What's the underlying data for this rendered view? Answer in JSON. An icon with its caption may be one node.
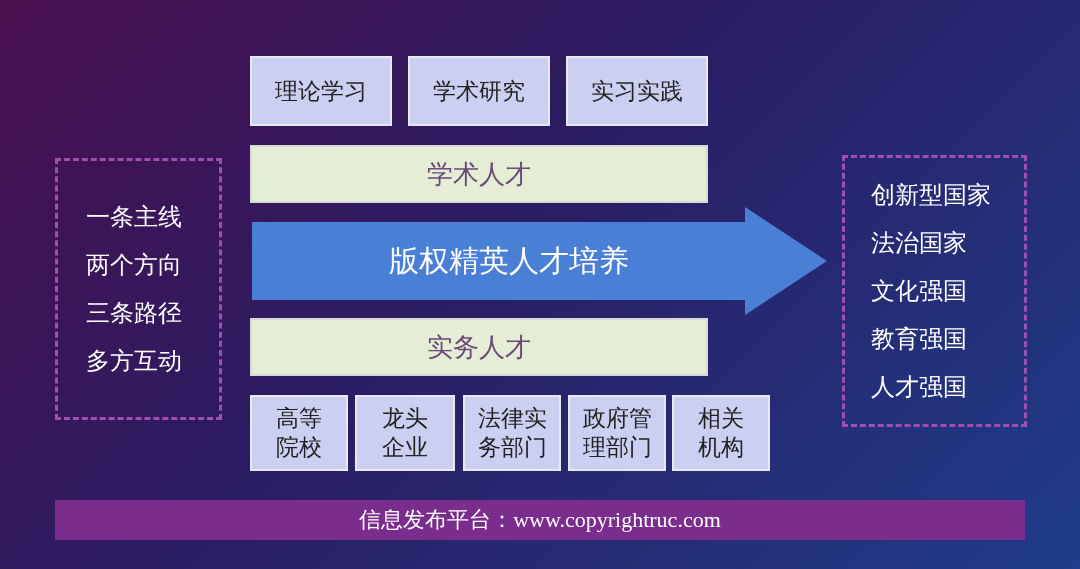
{
  "diagram": {
    "nodes": [
      {
        "text": [
          "一条主线",
          "两个方向",
          "三条路径",
          "多方互动"
        ]
      },
      {
        "text": [
          "理论学习"
        ]
      },
      {
        "text": [
          "学术研究"
        ]
      },
      {
        "text": [
          "实习实践"
        ]
      },
      {
        "text": [
          "学术人才"
        ]
      },
      {
        "text": [
          "版权精英人才培养"
        ]
      },
      {
        "text": [
          "实务人才"
        ]
      },
      {
        "text": [
          "高等院校"
        ]
      },
      {
        "text": [
          "龙头企业"
        ]
      },
      {
        "text": [
          "法律实务部门"
        ]
      },
      {
        "text": [
          "政府管理部门"
        ]
      },
      {
        "text": [
          "相关机构"
        ]
      },
      {
        "text": [
          "创新型国家",
          "法治国家",
          "文化强国",
          "教育强国",
          "人才强国"
        ]
      },
      {
        "text": [
          "信息发布平台：www.copyrightruc.com"
        ]
      }
    ]
  }
}
